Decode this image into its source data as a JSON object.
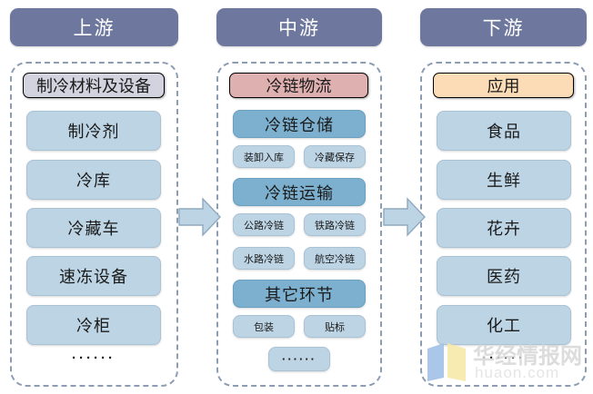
{
  "columns": [
    {
      "header": "上游",
      "section_title": "制冷材料及设备",
      "section_color": "#d2d3de",
      "items": [
        "制冷剂",
        "冷库",
        "冷藏车",
        "速冻设备",
        "冷柜"
      ],
      "ellipsis": "······"
    },
    {
      "header": "中游",
      "section_title": "冷链物流",
      "section_color": "#dfb0b0",
      "groups": [
        {
          "title": "冷链仓储",
          "subs": [
            "装卸入库",
            "冷藏保存"
          ]
        },
        {
          "title": "冷链运输",
          "subs": [
            "公路冷链",
            "铁路冷链",
            "水路冷链",
            "航空冷链"
          ]
        },
        {
          "title": "其它环节",
          "subs": [
            "包装",
            "贴标"
          ]
        }
      ],
      "ellipsis_card": "······"
    },
    {
      "header": "下游",
      "section_title": "应用",
      "section_color": "#fbdcb7",
      "items": [
        "食品",
        "生鲜",
        "花卉",
        "医药",
        "化工"
      ],
      "ellipsis": "······"
    }
  ],
  "arrows": [
    {
      "name": "arrow-upstream-to-midstream"
    },
    {
      "name": "arrow-midstream-to-downstream"
    }
  ],
  "watermark": {
    "title": "华经情报网",
    "url": "huaon.com"
  },
  "colors": {
    "header_pill": "#6e789f",
    "card": "#bcd4e4",
    "mid_group_head": "#7cb0ce",
    "dashed_border": "#8b9cb3",
    "arrow_fill": "#bcd4e4",
    "arrow_stroke": "#8fa9bf"
  }
}
